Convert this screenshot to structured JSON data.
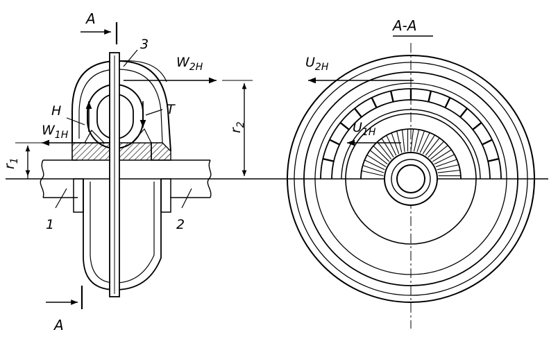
{
  "labels": {
    "section_top": "A",
    "section_bottom": "A",
    "section_view_title": "A-A",
    "part_3": "3",
    "part_1": "1",
    "part_2": "2",
    "w2h_main": "W",
    "w2h_sub": "2H",
    "w1h_main": "W",
    "w1h_sub": "1H",
    "h": "H",
    "t": "T",
    "r1_main": "r",
    "r1_sub": "1",
    "r2_main": "r",
    "r2_sub": "2",
    "u2h_main": "U",
    "u2h_sub": "2H",
    "u1h_main": "U",
    "u1h_sub": "1H"
  }
}
